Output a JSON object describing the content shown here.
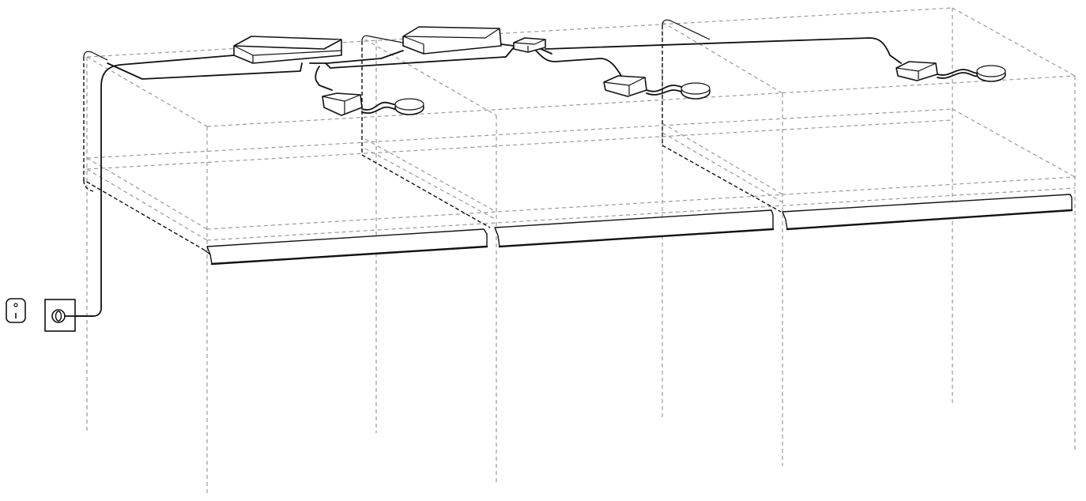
{
  "diagram": {
    "units": [
      {
        "name": "desk-left"
      },
      {
        "name": "desk-middle"
      },
      {
        "name": "desk-right"
      }
    ],
    "icons": {
      "wall_outlet": "wall-outlet-icon",
      "power_socket": "power-socket-icon",
      "power_supply": "power-supply-box-icon",
      "splitter": "cable-splitter-icon",
      "driver": "driver-box-icon",
      "sensor": "puck-sensor-icon"
    },
    "colors": {
      "line": "#111111",
      "guide": "#9a9a9a",
      "background": "#ffffff"
    }
  }
}
